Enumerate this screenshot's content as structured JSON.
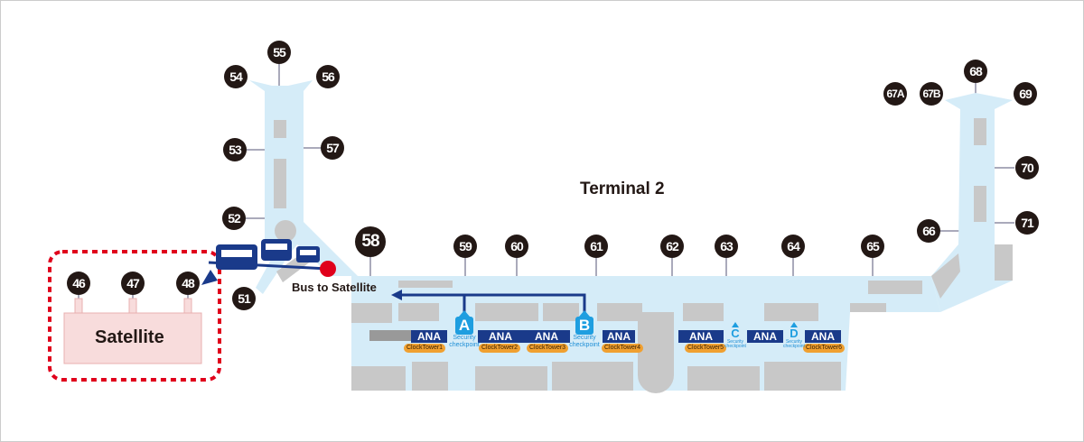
{
  "terminal_label": "Terminal 2",
  "satellite_label": "Satellite",
  "bus_label": "Bus to Satellite",
  "gates": {
    "g46": "46",
    "g47": "47",
    "g48": "48",
    "g51": "51",
    "g52": "52",
    "g53": "53",
    "g54": "54",
    "g55": "55",
    "g56": "56",
    "g57": "57",
    "g58": "58",
    "g59": "59",
    "g60": "60",
    "g61": "61",
    "g62": "62",
    "g63": "63",
    "g64": "64",
    "g65": "65",
    "g66": "66",
    "g67a": "67A",
    "g67b": "67B",
    "g68": "68",
    "g69": "69",
    "g70": "70",
    "g71": "71"
  },
  "counters": [
    "ANA",
    "ANA",
    "ANA",
    "ANA",
    "ANA",
    "ANA",
    "ANA"
  ],
  "clock_towers": [
    "ClockTower1",
    "ClockTower2",
    "ClockTower3",
    "ClockTower4",
    "ClockTower5",
    "ClockTower6"
  ],
  "security": {
    "a": {
      "letter": "A",
      "text": "Security checkpoint"
    },
    "b": {
      "letter": "B",
      "text": "Security checkpoint"
    },
    "c": {
      "letter": "C",
      "text": "Security checkpoint"
    },
    "d": {
      "letter": "D",
      "text": "Security checkpoint"
    }
  },
  "colors": {
    "terminal": "#d5ecf8",
    "building": "#c8c8c8",
    "ana": "#1a3a8a",
    "security": "#1e9ee0",
    "satellite": "#f8dcdc",
    "route": "#e0001b"
  }
}
